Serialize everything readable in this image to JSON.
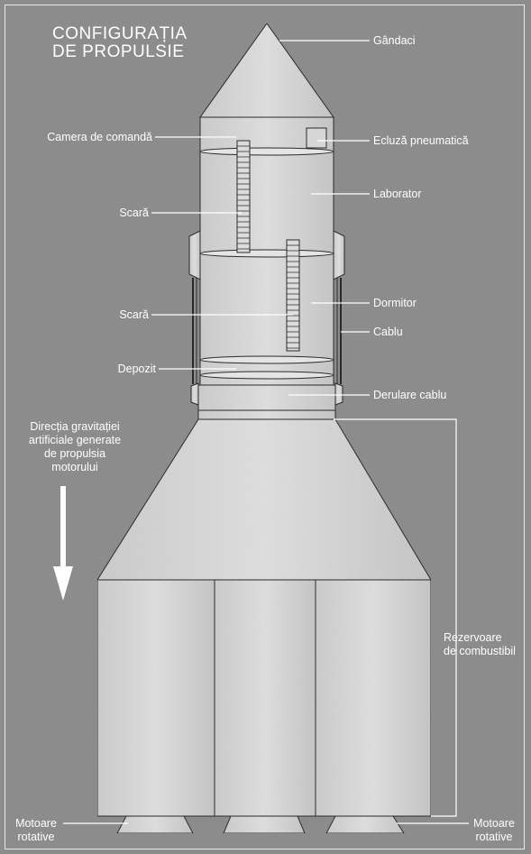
{
  "title": {
    "line1": "CONFIGURAȚIA",
    "line2": "DE PROPULSIE"
  },
  "labels": {
    "gandaci": "Gândaci",
    "camera_comanda": "Camera de comandă",
    "ecluza": "Ecluză pneumatică",
    "laborator": "Laborator",
    "scara_1": "Scară",
    "scara_2": "Scară",
    "dormitor": "Dormitor",
    "cablu": "Cablu",
    "depozit": "Depozit",
    "derulare_cablu": "Derulare cablu",
    "rezervoare_line1": "Rezervoare",
    "rezervoare_line2": "de combustibil",
    "motoare_left_line1": "Motoare",
    "motoare_left_line2": "rotative",
    "motoare_right_line1": "Motoare",
    "motoare_right_line2": "rotative"
  },
  "gravity": {
    "line1": "Direcția gravitației",
    "line2": "artificiale generate",
    "line3": "de propulsia",
    "line4": "motorului"
  },
  "colors": {
    "background": "#8c8c8c",
    "hull": "#d9d9d9",
    "outline": "#2a2a2a",
    "text": "#ffffff"
  }
}
